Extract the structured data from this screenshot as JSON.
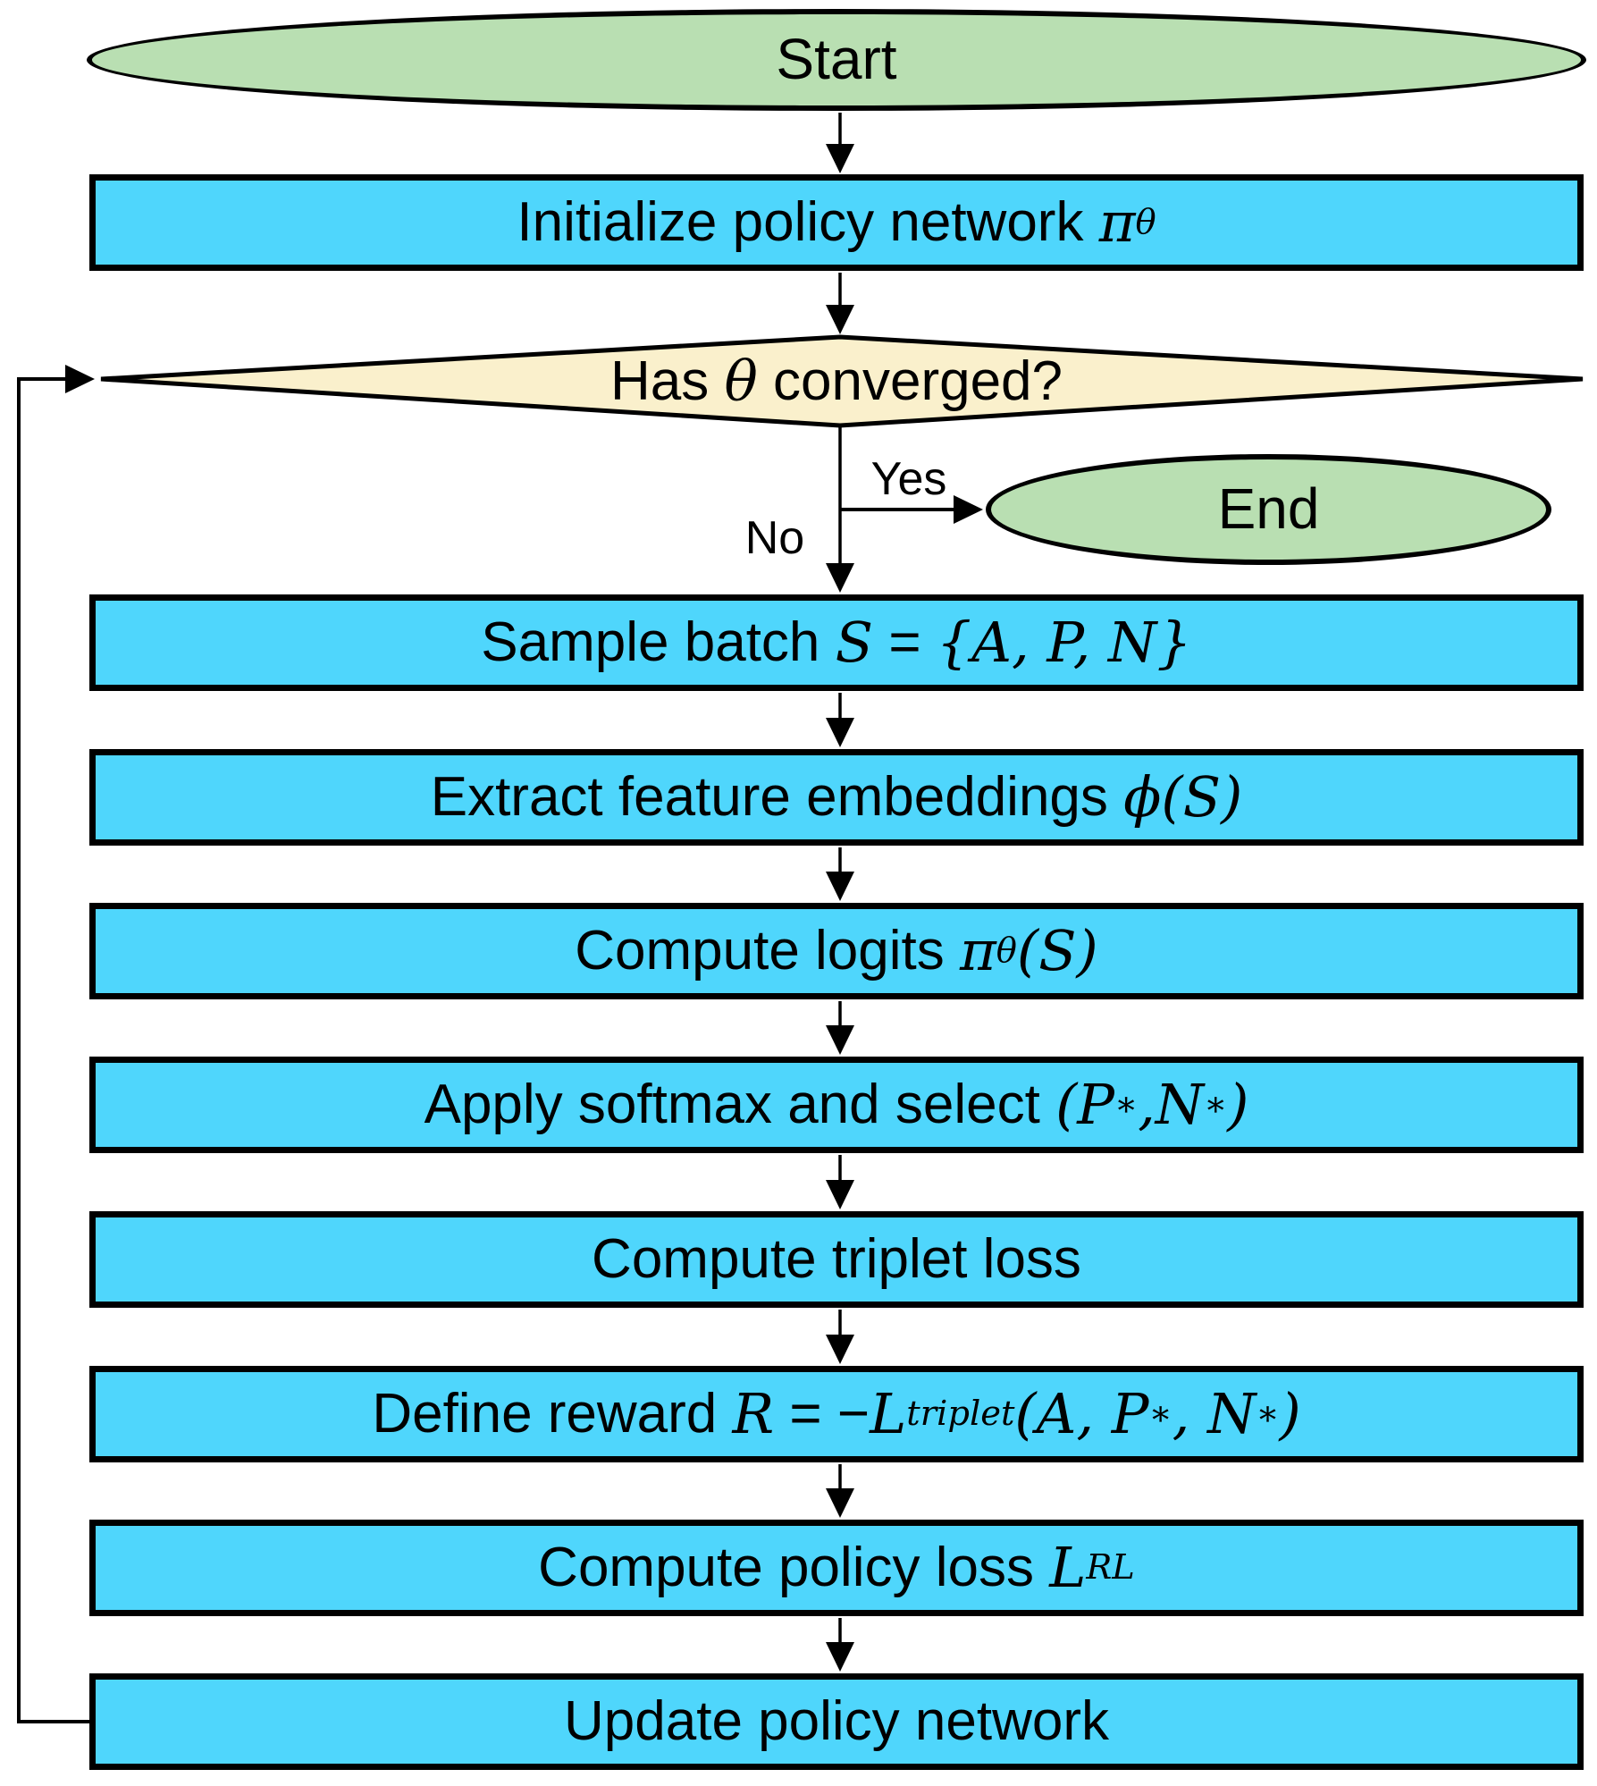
{
  "colors": {
    "process_fill": "#4fd6fc",
    "terminal_fill": "#b9dfb2",
    "decision_fill": "#faf0cc",
    "line": "#000000"
  },
  "edges": {
    "yes_label": "Yes",
    "no_label": "No"
  },
  "nodes": {
    "start": {
      "label": "Start"
    },
    "init": {
      "t1": "Initialize policy network ",
      "m1": "π",
      "s1": "θ"
    },
    "decision": {
      "t1": "Has ",
      "m1": "θ",
      "t2": " converged?"
    },
    "end": {
      "label": "End"
    },
    "sample": {
      "t1": "Sample batch ",
      "m1": "S",
      "t2": " = ",
      "m2": "{A, P, N}"
    },
    "extract": {
      "t1": "Extract feature embeddings ",
      "m1": "ϕ(S)"
    },
    "logits": {
      "t1": "Compute logits ",
      "m1": "π",
      "s1": "θ",
      "m2": "(S)"
    },
    "softmax": {
      "t1": "Apply softmax and select ",
      "m1": "(P",
      "p1": "∗",
      "m2": ",N",
      "p2": "∗",
      "m3": ")"
    },
    "triplet": {
      "t1": "Compute triplet loss"
    },
    "reward": {
      "t1": "Define reward ",
      "m1": "R",
      "t2": " = −",
      "m2": "L",
      "s1": "triplet",
      "m3": "(A, P",
      "p1": "∗",
      "m4": ", N",
      "p2": "∗",
      "m5": ")"
    },
    "policy_loss": {
      "t1": "Compute policy loss ",
      "m1": "L",
      "s1": "RL"
    },
    "update": {
      "t1": "Update policy network"
    }
  }
}
